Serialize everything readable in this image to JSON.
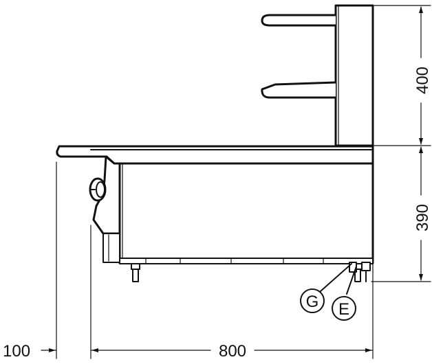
{
  "drawing": {
    "dimensions": {
      "height_upper": "400",
      "height_lower": "390",
      "depth_offset": "100",
      "depth_main": "800"
    },
    "callouts": {
      "gas": "G",
      "electric": "E"
    }
  }
}
